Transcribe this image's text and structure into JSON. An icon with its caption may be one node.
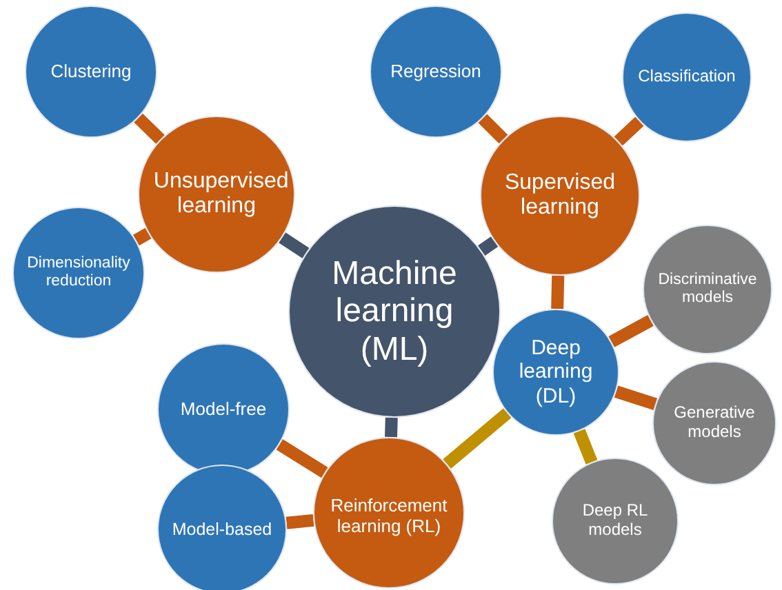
{
  "diagram": {
    "nodes": [
      {
        "text": [
          "Machine learning (ML)"
        ]
      },
      {
        "text": [
          "Unsupervised learning"
        ]
      },
      {
        "text": [
          "Supervised learning"
        ]
      },
      {
        "text": [
          "Deep learning (DL)"
        ]
      },
      {
        "text": [
          "Reinforcement learning (RL)"
        ]
      },
      {
        "text": [
          "Clustering"
        ]
      },
      {
        "text": [
          "Dimensionality reduction"
        ]
      },
      {
        "text": [
          "Regression"
        ]
      },
      {
        "text": [
          "Classification"
        ]
      },
      {
        "text": [
          "Discriminative models"
        ]
      },
      {
        "text": [
          "Generative models"
        ]
      },
      {
        "text": [
          "Deep RL models"
        ]
      },
      {
        "text": [
          "Model-free"
        ]
      },
      {
        "text": [
          "Model-based"
        ]
      }
    ],
    "edges": [
      {
        "from": 0,
        "to": 1,
        "arrow": "none",
        "color": "#44546a"
      },
      {
        "from": 0,
        "to": 2,
        "arrow": "none",
        "color": "#44546a"
      },
      {
        "from": 0,
        "to": 4,
        "arrow": "none",
        "color": "#44546a"
      },
      {
        "from": 1,
        "to": 5,
        "arrow": "none"
      },
      {
        "from": 1,
        "to": 6,
        "arrow": "none"
      },
      {
        "from": 2,
        "to": 7,
        "arrow": "none"
      },
      {
        "from": 2,
        "to": 8,
        "arrow": "none"
      },
      {
        "from": 2,
        "to": 3,
        "arrow": "none"
      },
      {
        "from": 3,
        "to": 9,
        "arrow": "none"
      },
      {
        "from": 3,
        "to": 10,
        "arrow": "none"
      },
      {
        "from": 3,
        "to": 11,
        "arrow": "none",
        "color": "#bf9000"
      },
      {
        "from": 3,
        "to": 4,
        "arrow": "none",
        "color": "#bf9000"
      },
      {
        "from": 4,
        "to": 12,
        "arrow": "none"
      },
      {
        "from": 4,
        "to": 13,
        "arrow": "none"
      }
    ]
  }
}
